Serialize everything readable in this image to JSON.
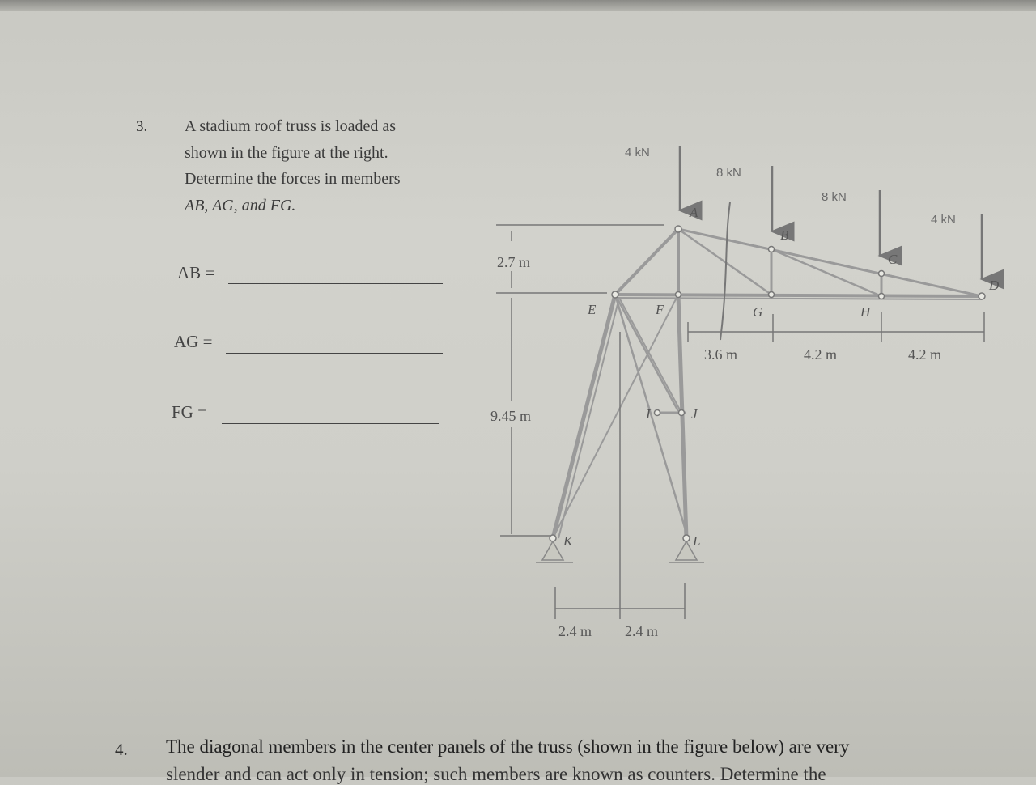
{
  "problem3": {
    "number": "3.",
    "statement_lines": [
      "A stadium roof truss is loaded as",
      "shown in the figure at the right.",
      "Determine the forces in members",
      "AB, AG, and FG."
    ],
    "answers": [
      {
        "label": "AB ="
      },
      {
        "label": "AG ="
      },
      {
        "label": "FG ="
      }
    ]
  },
  "figure": {
    "loads": [
      "4 kN",
      "8 kN",
      "8 kN",
      "4 kN"
    ],
    "dimensions": {
      "height_top": "2.7 m",
      "height_main": "9.45 m",
      "spans_top": [
        "3.6 m",
        "4.2 m",
        "4.2 m"
      ],
      "spans_bottom": [
        "2.4 m",
        "2.4 m"
      ]
    },
    "nodes": [
      "A",
      "B",
      "C",
      "D",
      "E",
      "F",
      "G",
      "H",
      "I",
      "J",
      "K",
      "L"
    ]
  },
  "problem4": {
    "number": "4.",
    "statement_line1": "The diagonal members in the center panels of the truss (shown in the figure below) are very",
    "statement_line2": "slender and can act only in tension; such members are known as counters. Determine the"
  }
}
